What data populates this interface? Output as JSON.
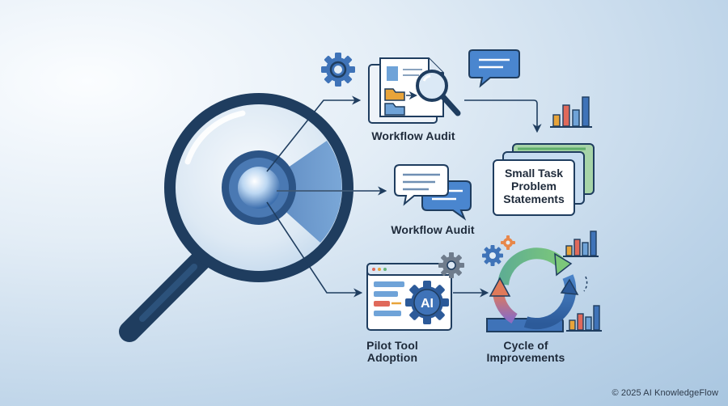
{
  "labels": {
    "workflow_audit_top": "Workflow Audit",
    "workflow_audit_middle": "Workflow Audit",
    "small_task_line1": "Small Task",
    "small_task_line2": "Problem",
    "small_task_line3": "Statements",
    "pilot_line1": "Pilot Tool",
    "pilot_line2": "Adoption",
    "cycle_line1": "Cycle of",
    "cycle_line2": "Improvements",
    "ai_badge": "AI"
  },
  "footer": {
    "copyright": "© 2025 AI KnowledgeFlow"
  },
  "colors": {
    "navy": "#1f3d5f",
    "blue": "#3f73b8",
    "light_blue": "#6fa3d8",
    "orange": "#e8a43a",
    "green": "#67b47a",
    "purple": "#9a7bc6",
    "red": "#e0695a"
  },
  "icons": [
    "magnifying-glass-icon",
    "gear-icon",
    "document-icon",
    "folder-icon",
    "speech-bubble-icon",
    "bar-chart-icon",
    "browser-window-icon",
    "ai-gear-icon",
    "cycle-arrows-icon",
    "arrow-icon"
  ]
}
